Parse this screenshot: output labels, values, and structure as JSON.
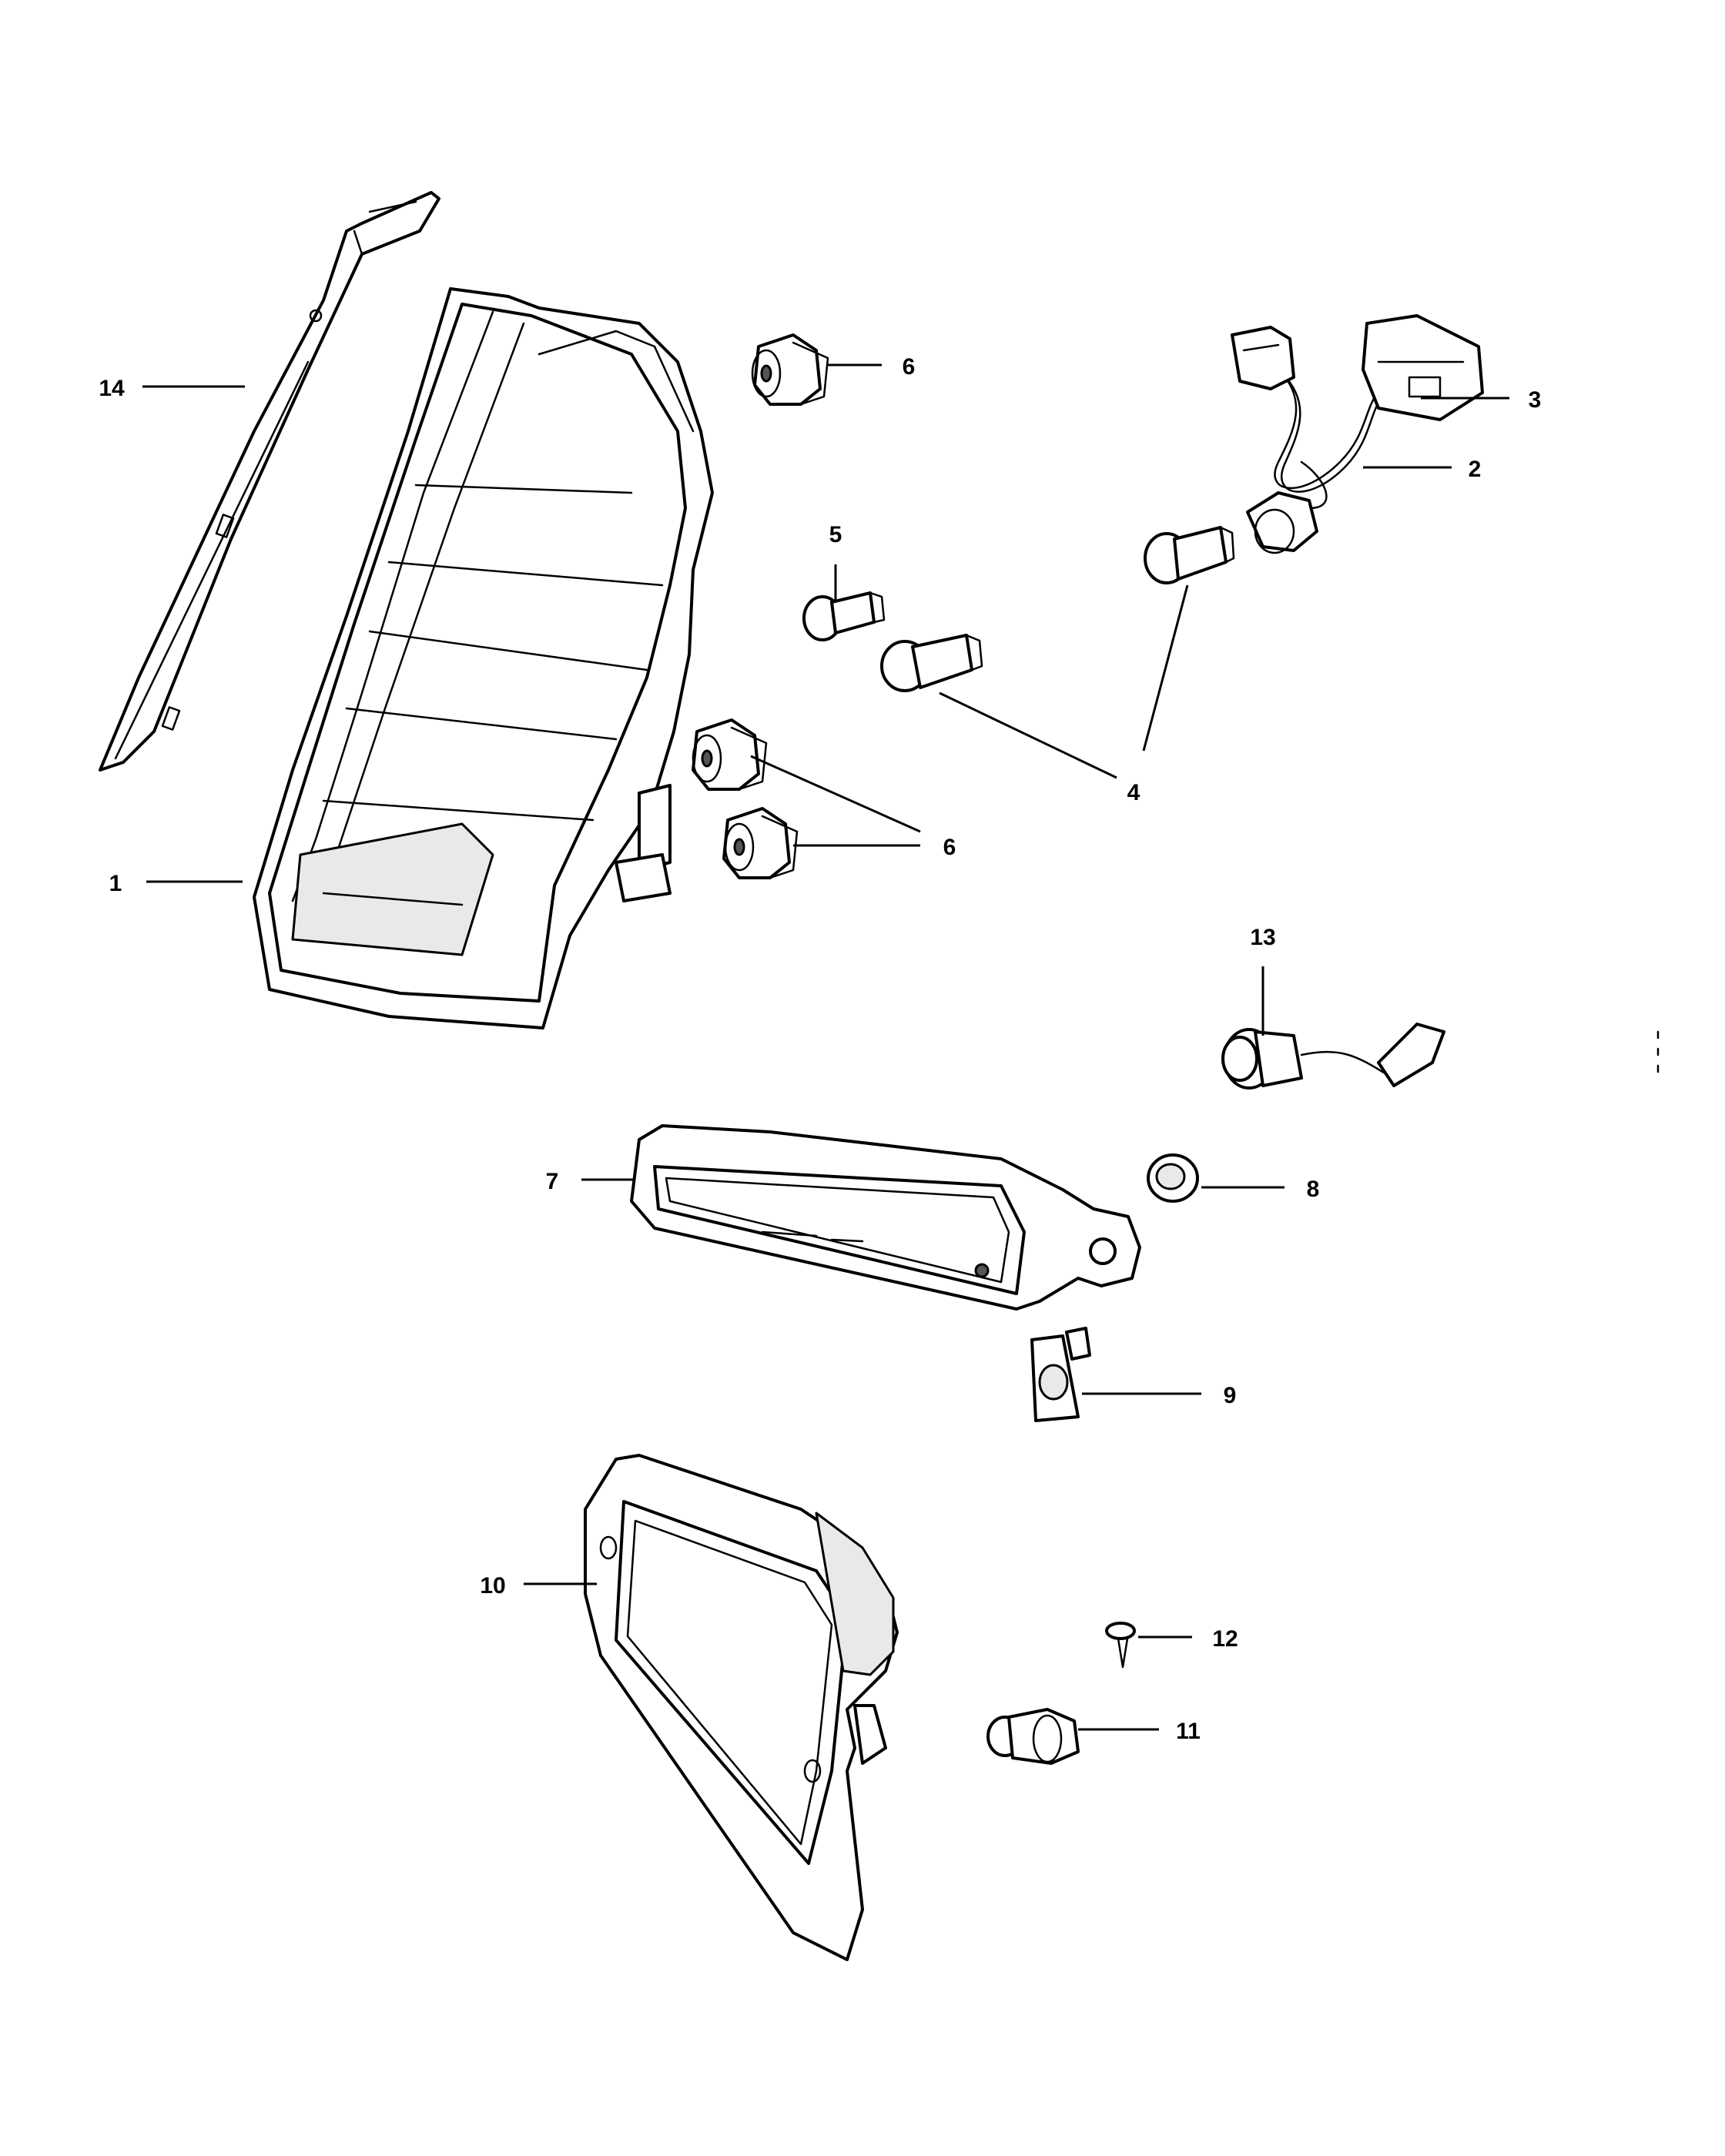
{
  "callouts": [
    "1",
    "2",
    "3",
    "4",
    "5",
    "6",
    "6",
    "7",
    "8",
    "9",
    "10",
    "11",
    "12",
    "13",
    "14"
  ]
}
